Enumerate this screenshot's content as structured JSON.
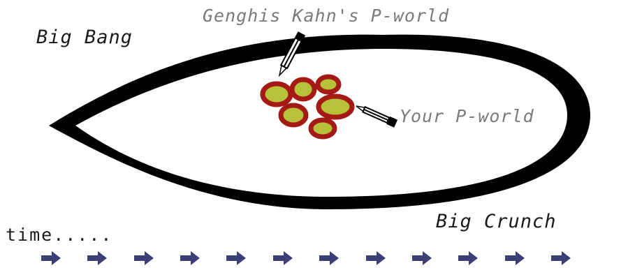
{
  "labels": {
    "big_bang": "Big Bang",
    "genghis": "Genghis Kahn's P-world",
    "your_pworld": "Your P-world",
    "big_crunch": "Big Crunch",
    "time": "time....."
  },
  "colors": {
    "outline": "#000000",
    "blob_ring": "#a41a14",
    "blob_fill": "#b7c23a",
    "arrow": "#3a3f75",
    "gray_text": "#7a7a7a"
  },
  "icons": {
    "pointer_genghis": "pencil-pointer-icon",
    "pointer_your": "pencil-pointer-icon",
    "time_arrow": "right-arrow-icon"
  },
  "time_arrow_count": 12
}
